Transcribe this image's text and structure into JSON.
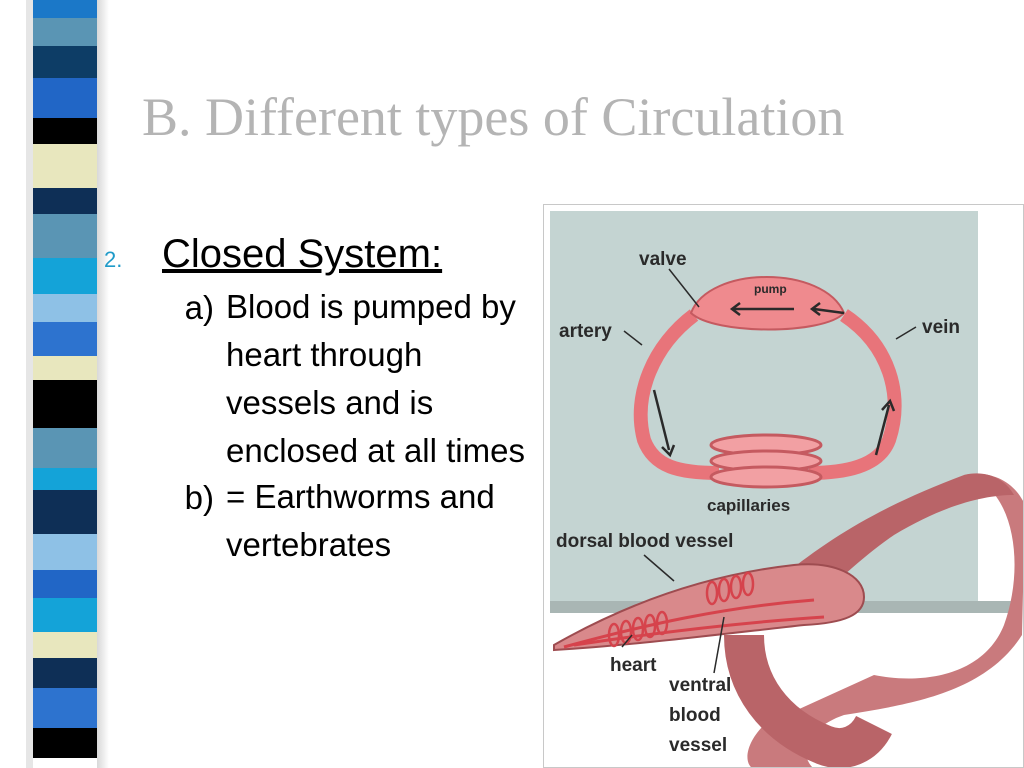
{
  "slide": {
    "title": "B. Different types of Circulation"
  },
  "list": {
    "main_number": "2.",
    "main_label": "Closed System:",
    "sub_items": [
      {
        "letter": "a)",
        "text": "Blood is pumped by heart through vessels and is enclosed at all times"
      },
      {
        "letter": "b)",
        "text": "= Earthworms and vertebrates"
      }
    ]
  },
  "figure": {
    "labels": {
      "valve": "valve",
      "pump": "pump",
      "artery": "artery",
      "vein": "vein",
      "capillaries": "capillaries",
      "dorsal": "dorsal blood vessel",
      "heart": "heart",
      "ventral_1": "ventral",
      "ventral_2": "blood",
      "ventral_3": "vessel"
    }
  },
  "colors": {
    "title": "#b4b4b4",
    "bullet": "#1f9bc9",
    "vessel": "#e8747a",
    "worm": "#c9767a",
    "panel": "#c4d4d2"
  }
}
